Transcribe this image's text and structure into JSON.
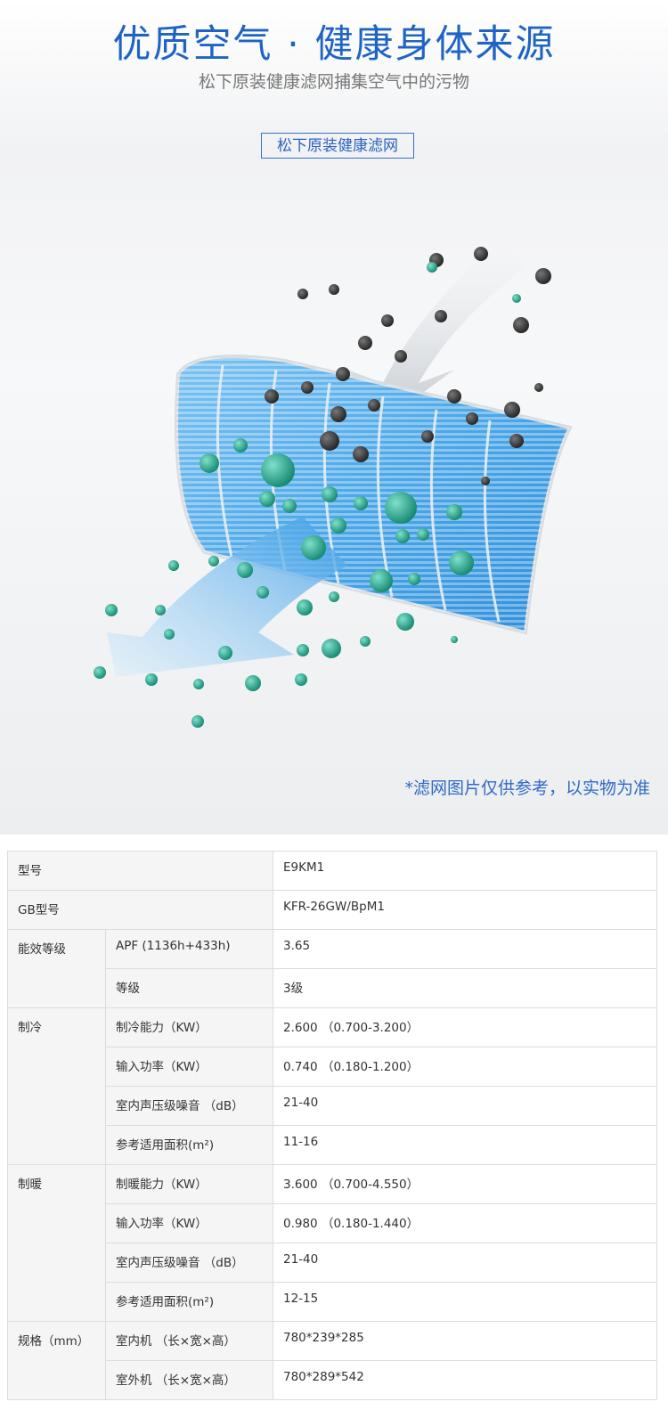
{
  "hero": {
    "title": "优质空气 · 健康身体来源",
    "subtitle": "松下原装健康滤网捕集空气中的污物",
    "badge": "松下原装健康滤网",
    "note": "*滤网图片仅供参考，以实物为准"
  },
  "colors": {
    "title": "#1f64c4",
    "filter_blue": "#4aa7e8",
    "clean_particle": "#1b9b86",
    "dirty_particle": "#3a3a3a"
  },
  "spec": {
    "model_label": "型号",
    "model_value": "E9KM1",
    "gb_label": "GB型号",
    "gb_value": "KFR-26GW/BpM1",
    "energy": {
      "label": "能效等级",
      "apf_label": "APF (1136h+433h)",
      "apf_value": "3.65",
      "grade_label": "等级",
      "grade_value": "3级"
    },
    "cooling": {
      "label": "制冷",
      "capacity_label": "制冷能力（KW）",
      "capacity_value": "2.600 （0.700-3.200）",
      "power_label": "输入功率（KW）",
      "power_value": "0.740 （0.180-1.200）",
      "noise_label": "室内声压级噪音 （dB）",
      "noise_value": "21-40",
      "area_label": "参考适用面积(m²)",
      "area_value": "11-16"
    },
    "heating": {
      "label": "制暖",
      "capacity_label": "制暖能力（KW）",
      "capacity_value": "3.600 （0.700-4.550）",
      "power_label": "输入功率（KW）",
      "power_value": "0.980 （0.180-1.440）",
      "noise_label": "室内声压级噪音 （dB）",
      "noise_value": "21-40",
      "area_label": "参考适用面积(m²)",
      "area_value": "12-15"
    },
    "size": {
      "label": "规格（mm）",
      "indoor_label": "室内机 （长×宽×高）",
      "indoor_value": "780*239*285",
      "outdoor_label": "室外机 （长×宽×高）",
      "outdoor_value": "780*289*542"
    }
  }
}
